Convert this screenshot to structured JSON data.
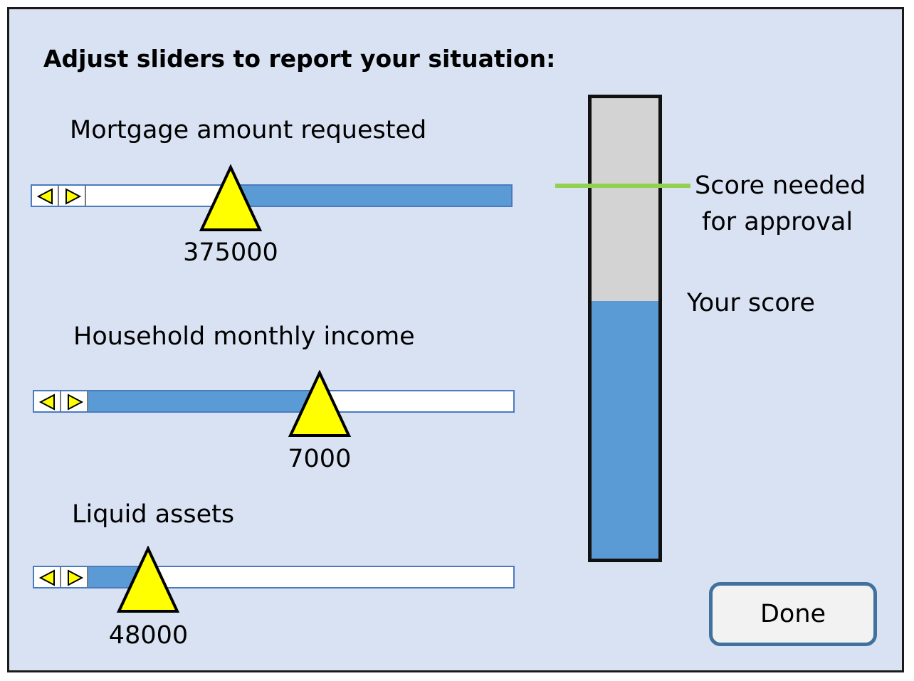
{
  "title": "Adjust sliders to report your situation:",
  "sliders": [
    {
      "label": "Mortgage amount requested",
      "value": "375000",
      "position_fraction": 0.415,
      "fill_side": "right"
    },
    {
      "label": "Household monthly income",
      "value": "7000",
      "position_fraction": 0.595,
      "fill_side": "left"
    },
    {
      "label": "Liquid assets",
      "value": "48000",
      "position_fraction": 0.24,
      "fill_side": "left"
    }
  ],
  "meter": {
    "threshold_label_line1": "Score needed",
    "threshold_label_line2": "for approval",
    "score_label": "Your score",
    "score_fraction": 0.56,
    "threshold_fraction": 0.81
  },
  "done_label": "Done",
  "colors": {
    "panel_bg": "#d9e2f3",
    "fill": "#5b9bd5",
    "thumb": "#ffff00",
    "threshold": "#92d050",
    "meter_empty": "#d3d3d3"
  }
}
